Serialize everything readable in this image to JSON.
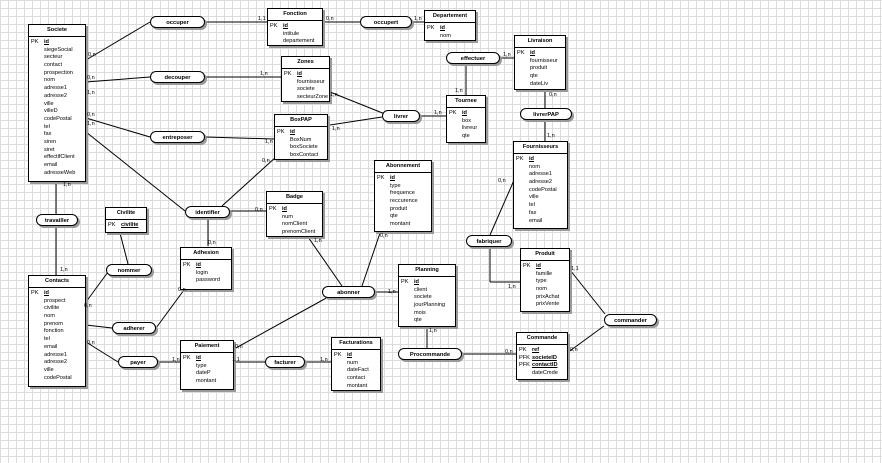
{
  "entities": {
    "societe": {
      "title": "Societe",
      "key": "PK",
      "pk": "id",
      "attrs": [
        "siegeSocial",
        "secteur",
        "contact",
        "prospection",
        "nom",
        "adresse1",
        "adresse2",
        "ville",
        "villeD",
        "codePostal",
        "tel",
        "fax",
        "siren",
        "siret",
        "effectifClient",
        "email",
        "adresseWeb"
      ]
    },
    "fonction": {
      "title": "Fonction",
      "key": "PK",
      "pk": "id",
      "attrs": [
        "intitule",
        "departement"
      ]
    },
    "departement": {
      "title": "Departement",
      "key": "PK",
      "pk": "id",
      "attrs": [
        "nom"
      ]
    },
    "zones": {
      "title": "Zones",
      "key": "PK",
      "pk": "id",
      "attrs": [
        "fournisseur",
        "societe",
        "secteurZone"
      ]
    },
    "boxpap": {
      "title": "BoxPAP",
      "key": "PK",
      "pk": "id",
      "attrs": [
        "BoxNum",
        "boxSociete",
        "boxContact"
      ]
    },
    "tournee": {
      "title": "Tournee",
      "key": "PK",
      "pk": "id",
      "attrs": [
        "box",
        "livreur",
        "qte"
      ]
    },
    "livraison": {
      "title": "Livraison",
      "key": "PK",
      "pk": "id",
      "attrs": [
        "fournisseur",
        "produit",
        "qte",
        "dateLiv"
      ]
    },
    "fournisseurs": {
      "title": "Fournisseurs",
      "key": "PK",
      "pk": "id",
      "attrs": [
        "nom",
        "adresse1",
        "adresse2",
        "codePostal",
        "ville",
        "tel",
        "fax",
        "email"
      ]
    },
    "abonnement": {
      "title": "Abonnement",
      "key": "PK",
      "pk": "id",
      "attrs": [
        "type",
        "frequence",
        "reccurence",
        "produit",
        "qte",
        "montant"
      ]
    },
    "badge": {
      "title": "Badge",
      "key": "PK",
      "pk": "id",
      "attrs": [
        "num",
        "nomClient",
        "prenomClient"
      ]
    },
    "civilite": {
      "title": "Civilite",
      "key": "PK",
      "pk": "civilite",
      "attrs": []
    },
    "adhesion": {
      "title": "Adhesion",
      "key": "PK",
      "pk": "id",
      "attrs": [
        "login",
        "password"
      ]
    },
    "contacts": {
      "title": "Contacts",
      "key": "PK",
      "pk": "id",
      "attrs": [
        "prospect",
        "civilite",
        "nom",
        "prenom",
        "fonction",
        "tel",
        "email",
        "adresse1",
        "adresse2",
        "ville",
        "codePostal"
      ]
    },
    "planning": {
      "title": "Planning",
      "key": "PK",
      "pk": "id",
      "attrs": [
        "client",
        "societe",
        "jourPlanning",
        "mois",
        "qte"
      ]
    },
    "produit": {
      "title": "Produit",
      "key": "PK",
      "pk": "id",
      "attrs": [
        "famille",
        "type",
        "nom",
        "prixAchat",
        "prixVente"
      ]
    },
    "paiement": {
      "title": "Paiement",
      "key": "PK",
      "pk": "id",
      "attrs": [
        "type",
        "dateP",
        "montant"
      ]
    },
    "facturations": {
      "title": "Facturations",
      "key": "PK",
      "pk": "id",
      "attrs": [
        "num",
        "dateFact",
        "contact",
        "montant"
      ]
    },
    "commande": {
      "title": "Commande",
      "keys": [
        "PK",
        "PFK",
        "PFK"
      ],
      "pks": [
        "ref",
        "societeID",
        "contactID"
      ],
      "attrs": [
        "dateCmde"
      ]
    }
  },
  "relations": {
    "occuper": "occuper",
    "occupert": "occupert",
    "decouper": "decouper",
    "entreposer": "entreposer",
    "effectuer": "effectuer",
    "livrer": "livrer",
    "livrerPAP": "livrerPAP",
    "identifier": "identifier",
    "travailler": "travailler",
    "nommer": "nommer",
    "adherer": "adherer",
    "payer": "payer",
    "facturer": "facturer",
    "abonner": "abonner",
    "fabriquer": "fabriquer",
    "procommande": "Procommande",
    "commander": "commander"
  },
  "cardinalities": [
    "0,n",
    "1,1",
    "0,n",
    "1,n",
    "0,n",
    "1,n",
    "1,n",
    "0,n",
    "1,n",
    "1,n",
    "1,n",
    "1,n",
    "1,n",
    "1,n",
    "1,n",
    "0,n",
    "1,n",
    "0,n",
    "1,n",
    "0,n",
    "0,n",
    "1,n",
    "0,n",
    "0,n",
    "0,n",
    "1,n",
    "0,n",
    "1,1",
    "1,n",
    "1,n",
    "0,n",
    "1,n",
    "0,n",
    "1,n",
    "1,n",
    "0,n",
    "1,1",
    "0,n",
    "1,n",
    "1,n",
    "1,n",
    "1,n",
    "1,n",
    "1,n",
    "0,n"
  ]
}
